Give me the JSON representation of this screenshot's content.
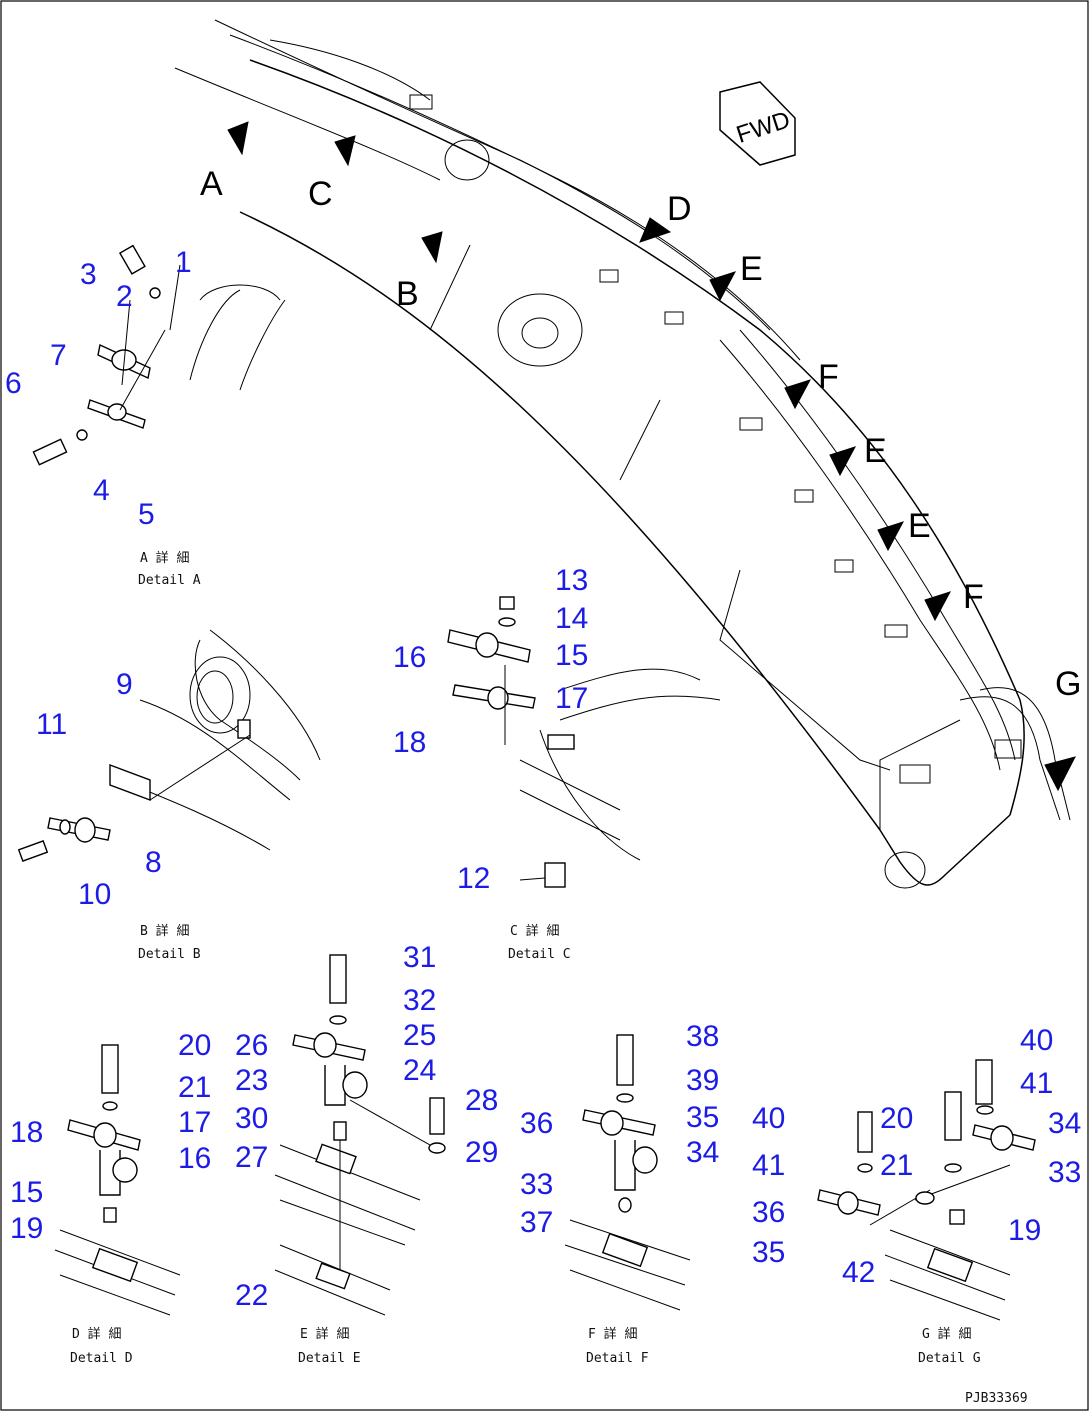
{
  "arrow_labels": [
    {
      "id": "A",
      "text": "A"
    },
    {
      "id": "B",
      "text": "B"
    },
    {
      "id": "C",
      "text": "C"
    },
    {
      "id": "D",
      "text": "D"
    },
    {
      "id": "E1",
      "text": "E"
    },
    {
      "id": "E2",
      "text": "E"
    },
    {
      "id": "E3",
      "text": "E"
    },
    {
      "id": "F1",
      "text": "F"
    },
    {
      "id": "F2",
      "text": "F"
    },
    {
      "id": "G",
      "text": "G"
    }
  ],
  "fwd_label": "FWD",
  "details": [
    {
      "id": "A",
      "jp": "A 詳 細",
      "en": "Detail A"
    },
    {
      "id": "B",
      "jp": "B 詳 細",
      "en": "Detail B"
    },
    {
      "id": "C",
      "jp": "C 詳 細",
      "en": "Detail C"
    },
    {
      "id": "D",
      "jp": "D 詳 細",
      "en": "Detail D"
    },
    {
      "id": "E",
      "jp": "E 詳 細",
      "en": "Detail E"
    },
    {
      "id": "F",
      "jp": "F 詳 細",
      "en": "Detail F"
    },
    {
      "id": "G",
      "jp": "G 詳 細",
      "en": "Detail G"
    }
  ],
  "part_numbers": {
    "a": [
      "1",
      "2",
      "3",
      "4",
      "5",
      "6",
      "7"
    ],
    "b": [
      "8",
      "9",
      "10",
      "11"
    ],
    "c": [
      "12",
      "13",
      "14",
      "15",
      "16",
      "17",
      "18"
    ],
    "d": [
      "15",
      "16",
      "17",
      "18",
      "19",
      "20",
      "21"
    ],
    "e": [
      "22",
      "23",
      "24",
      "25",
      "26",
      "27",
      "28",
      "29",
      "30",
      "31",
      "32"
    ],
    "f": [
      "33",
      "34",
      "35",
      "36",
      "37",
      "38",
      "39"
    ],
    "g_left": [
      "35",
      "36",
      "40",
      "41"
    ],
    "g_right": [
      "19",
      "20",
      "21",
      "33",
      "34",
      "40",
      "41",
      "42"
    ]
  },
  "drawing_code": "PJB33369",
  "colors": {
    "callout": "#1c1ce6",
    "line": "#000000",
    "background": "#ffffff"
  }
}
